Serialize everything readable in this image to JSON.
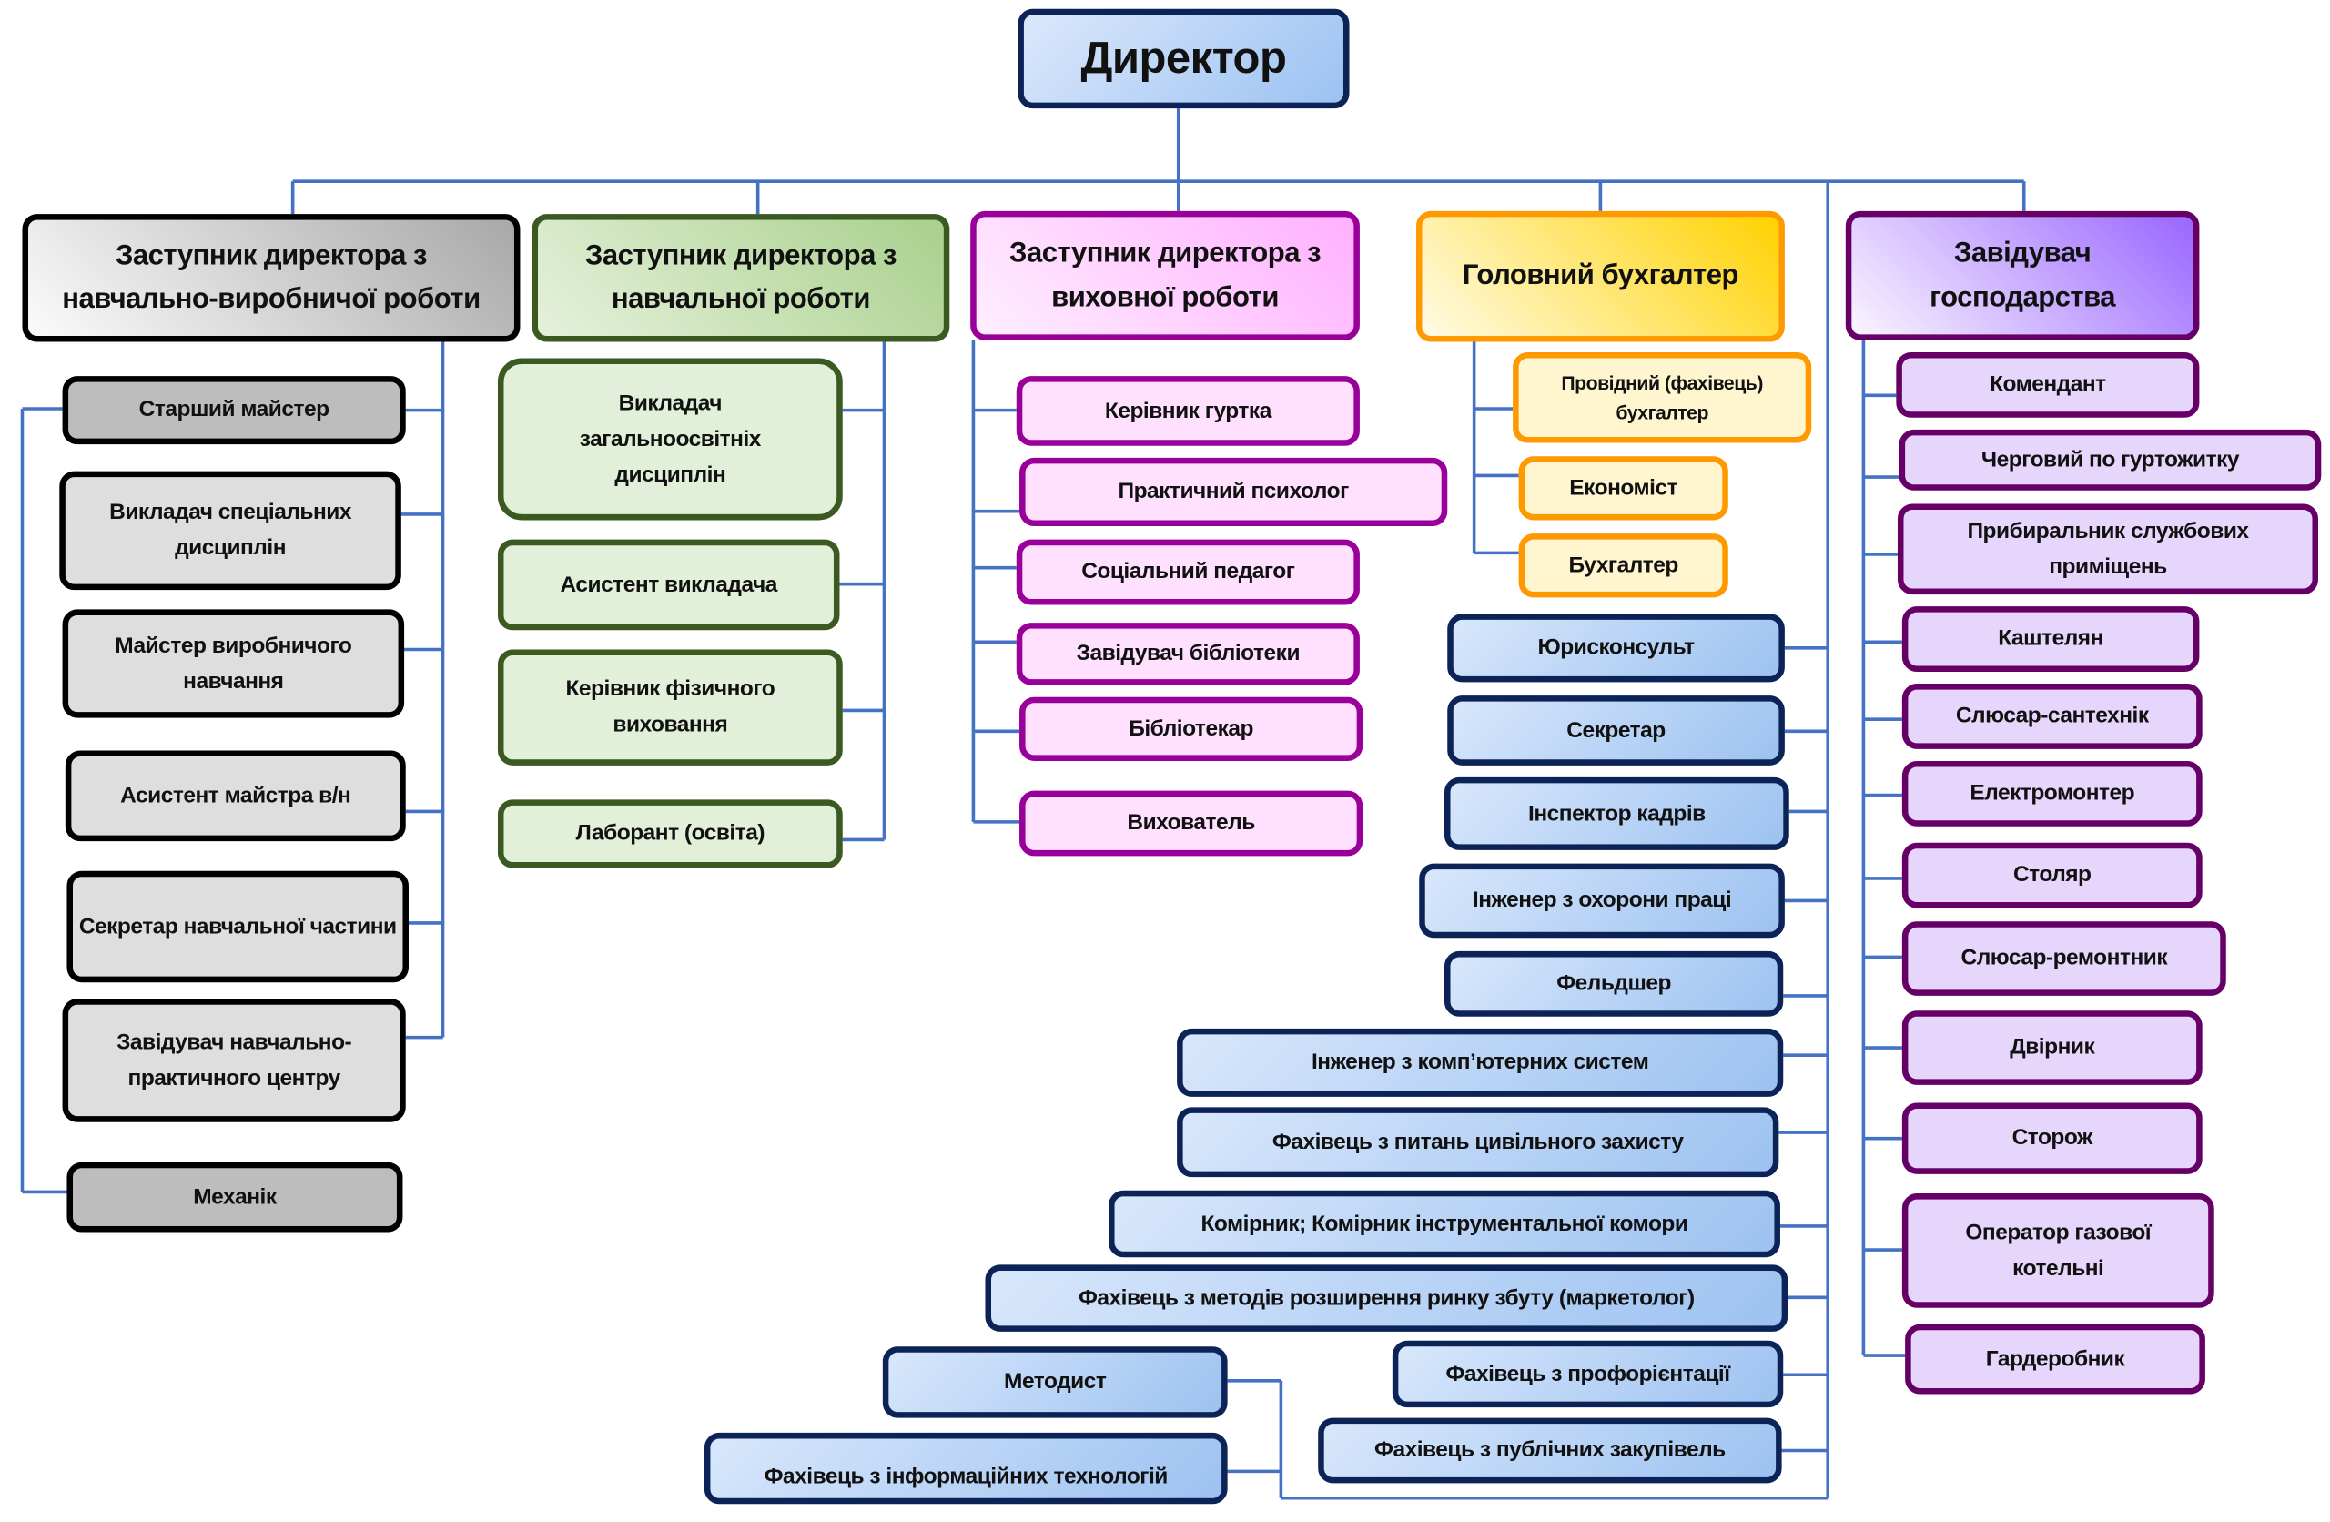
{
  "director": "Директор",
  "production_deputy": {
    "title": "Заступник директора з навчально-виробничої  роботи",
    "items": [
      "Старший майстер",
      "Викладач спеціальних дисциплін",
      "Майстер виробничого навчання",
      "Асистент майстра в/н",
      "Секретар навчальної частини",
      "Завідувач навчально-практичного центру",
      "Механік"
    ]
  },
  "teaching_deputy": {
    "title": "Заступник директора з навчальної  роботи",
    "items": [
      "Викладач загальноосвітніх дисциплін",
      "Асистент викладача",
      "Керівник фізичного виховання",
      "Лаборант (освіта)"
    ]
  },
  "education_deputy": {
    "title": "Заступник директора з виховної  роботи",
    "items": [
      "Керівник гуртка",
      "Практичний психолог",
      "Соціальний педагог",
      "Завідувач бібліотеки",
      "Бібліотекар",
      "Вихователь"
    ]
  },
  "chief_accountant": {
    "title": "Головний бухгалтер",
    "items": [
      "Провідний (фахівець) бухгалтер",
      "Економіст",
      "Бухгалтер"
    ]
  },
  "director_staff": {
    "items": [
      "Юрисконсульт",
      "Секретар",
      "Інспектор  кадрів",
      "Інженер з охорони праці",
      "Фельдшер",
      "Інженер з комп’ютерних систем",
      "Фахівець з питань цивільного захисту",
      "Комірник; Комірник інструментальної комори",
      "Фахівець з методів розширення ринку збуту  (маркетолог)",
      "Фахівець з профорієнтації",
      "Фахівець з публічних закупівель",
      "Методист",
      "Фахівець з інформаційних технологій"
    ]
  },
  "household_head": {
    "title": "Завідувач господарства",
    "items": [
      "Комендант",
      "Черговий  по гуртожитку",
      "Прибиральник службових приміщень",
      "Каштелян",
      "Слюсар-сантехнік",
      "Електромонтер",
      "Столяр",
      "Слюсар-ремонтник",
      "Двірник",
      "Сторож",
      "Оператор газової котельні",
      "Гардеробник"
    ]
  },
  "colors": {
    "connector": "#4472c4",
    "director": "#0b2357",
    "production": "#000000",
    "teaching": "#3b5a22",
    "education": "#990099",
    "accounting": "#ff9900",
    "household": "#660066"
  }
}
